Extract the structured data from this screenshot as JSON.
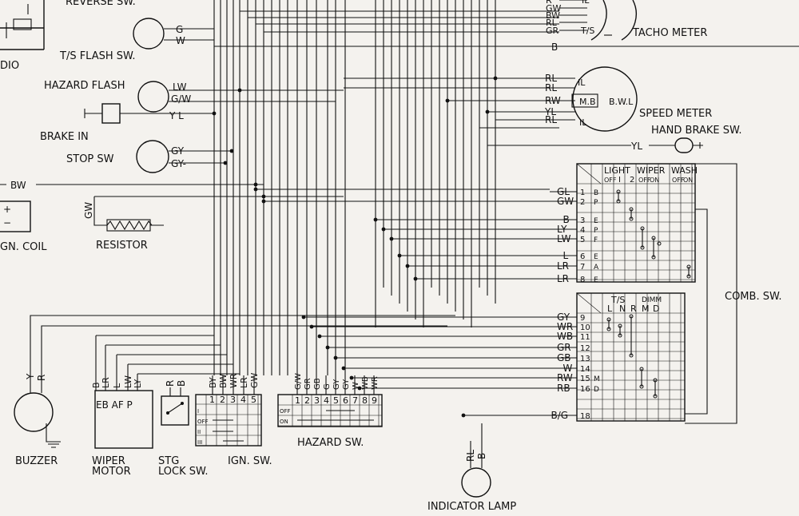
{
  "colors": {
    "ink": "#111111",
    "paper": "#f4f2ee"
  },
  "labels": {
    "reverse_sw": "REVERSE SW.",
    "radio": "DIO",
    "ts_flash": "T/S FLASH SW.",
    "hazard_flash": "HAZARD FLASH",
    "brake_in": "BRAKE IN",
    "stop_sw": "STOP SW",
    "ign_coil": "GN. COIL",
    "resistor": "RESISTOR",
    "buzzer": "BUZZER",
    "wiper_motor_1": "WIPER",
    "wiper_motor_2": "MOTOR",
    "stg_lock_1": "STG",
    "stg_lock_2": "LOCK SW.",
    "ign_sw": "IGN. SW.",
    "hazard_sw": "HAZARD SW.",
    "indicator_lamp": "INDICATOR LAMP",
    "tacho": "TACHO METER",
    "speed": "SPEED METER",
    "hand_brake": "HAND BRAKE SW.",
    "comb_sw": "COMB. SW."
  },
  "tacho_wires": [
    "R",
    "GW",
    "BW",
    "RL",
    "GR",
    "B"
  ],
  "tacho_terms": {
    "il": "IL",
    "ts": "T/S"
  },
  "speed_wires": [
    "RL",
    "RL",
    "RW",
    "YL",
    "RL"
  ],
  "speed_terms": {
    "il1": "IL",
    "mb": "M.B",
    "bwl": "B.W.L",
    "il2": "IL"
  },
  "left_wires": {
    "ts_g": "G",
    "ts_w": "W",
    "hz_lw": "LW",
    "hz_gw": "G/W",
    "brake_yl": "Y L",
    "stop_gy1": "GY",
    "stop_gy2": "GY-",
    "coil_bw": "BW",
    "resistor_gw": "GW",
    "hand_yl": "YL"
  },
  "comb_upper_header": {
    "light": "LIGHT",
    "wiper": "WIPER",
    "wash": "WASH",
    "off": "OFF",
    "one": "I",
    "two": "2",
    "on": "ON"
  },
  "comb_lower_header": {
    "ts": "T/S",
    "dimm": "DIMM",
    "l": "L",
    "n": "N",
    "r": "R",
    "m": "M",
    "d": "D"
  },
  "comb_rows": [
    {
      "wire": "GL",
      "num": "1",
      "tag": "B"
    },
    {
      "wire": "GW",
      "num": "2",
      "tag": "P"
    },
    {
      "wire": "B",
      "num": "3",
      "tag": "E"
    },
    {
      "wire": "LY",
      "num": "4",
      "tag": "P"
    },
    {
      "wire": "LW",
      "num": "5",
      "tag": "F"
    },
    {
      "wire": "L",
      "num": "6",
      "tag": "E"
    },
    {
      "wire": "LR",
      "num": "7",
      "tag": "A"
    },
    {
      "wire": "LR",
      "num": "8",
      "tag": "E"
    },
    {
      "wire": "GY",
      "num": "9",
      "tag": ""
    },
    {
      "wire": "WR",
      "num": "10",
      "tag": ""
    },
    {
      "wire": "WB",
      "num": "11",
      "tag": ""
    },
    {
      "wire": "GR",
      "num": "12",
      "tag": ""
    },
    {
      "wire": "GB",
      "num": "13",
      "tag": ""
    },
    {
      "wire": "W",
      "num": "14",
      "tag": ""
    },
    {
      "wire": "RW",
      "num": "15",
      "tag": "M"
    },
    {
      "wire": "RB",
      "num": "16",
      "tag": "D"
    },
    {
      "wire": "B/G",
      "num": "18",
      "tag": ""
    }
  ],
  "buzzer_wires": [
    "Y",
    "R"
  ],
  "wiper_wires": [
    "B",
    "LR",
    "L",
    "LW",
    "LY"
  ],
  "wiper_terms": [
    "E",
    "B",
    "A",
    "F",
    "P"
  ],
  "stg_wires": [
    "R",
    "B"
  ],
  "ign_wires": [
    "BY",
    "BW",
    "WR",
    "LR",
    "GW"
  ],
  "ign_header": [
    "1",
    "2",
    "3",
    "4",
    "5"
  ],
  "ign_rows": [
    "I",
    "OFF",
    "II",
    "III"
  ],
  "hazard_wires": [
    "G/W",
    "GR",
    "GB",
    "G",
    "GY",
    "GY",
    "W",
    "WB",
    "WR"
  ],
  "hazard_header": [
    "1",
    "2",
    "3",
    "4",
    "5",
    "6",
    "7",
    "8",
    "9"
  ],
  "hazard_rows": [
    "OFF",
    "ON"
  ],
  "indicator_wires": [
    "RL",
    "B"
  ]
}
